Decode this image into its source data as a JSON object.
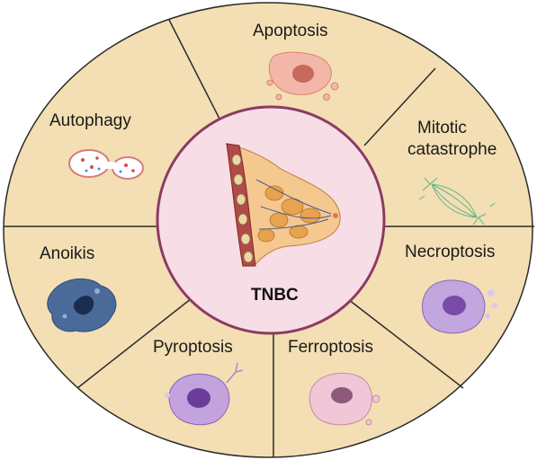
{
  "center": {
    "label": "TNBC",
    "icon": "breast-tissue-illustration"
  },
  "segments": [
    {
      "label": "Apoptosis",
      "icon": "apoptotic-cell-icon"
    },
    {
      "label": "Mitotic catastrophe",
      "line1": "Mitotic",
      "line2": "catastrophe",
      "icon": "mitotic-spindle-icon"
    },
    {
      "label": "Necroptosis",
      "icon": "necroptotic-cell-icon"
    },
    {
      "label": "Ferroptosis",
      "icon": "ferroptotic-cell-icon"
    },
    {
      "label": "Pyroptosis",
      "icon": "pyroptotic-cell-icon"
    },
    {
      "label": "Anoikis",
      "icon": "anoikis-cell-icon"
    },
    {
      "label": "Autophagy",
      "icon": "autophagosome-icon"
    }
  ],
  "colors": {
    "outer_fill": "#f3dfb3",
    "outer_stroke": "#2b2b2b",
    "inner_fill": "#f7dde6",
    "inner_stroke": "#8c3b63",
    "divider": "#2b2b2b"
  }
}
